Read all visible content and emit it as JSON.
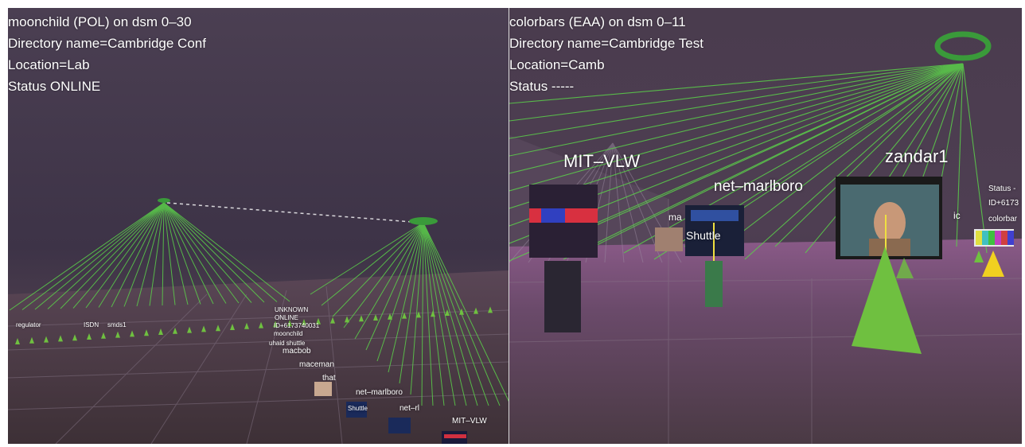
{
  "left_panel": {
    "info": {
      "line1": "moonchild (POL) on dsm 0–30",
      "line2": "Directory name=Cambridge Conf",
      "line3": "Location=Lab",
      "line4": "Status ONLINE"
    },
    "labels": {
      "moonchild": "moonchild",
      "status_online": "ONLINE",
      "id": "ID+6173740031",
      "unknown": "UNKNOWN",
      "uhaid_shuttle": "uhaid shuttle",
      "macbob": "macbob",
      "maceman": "maceman",
      "that": "that",
      "net_marlboro": "net–marlboro",
      "net_rl": "net–rl",
      "mit_vlw": "MIT–VLW",
      "shuttle": "Shuttle",
      "isdn": "ISDN",
      "smds1": "smds1",
      "regulator": "regulator"
    }
  },
  "right_panel": {
    "info": {
      "line1": "colorbars (EAA) on dsm 0–11",
      "line2": "Directory name=Cambridge Test",
      "line3": "Location=Camb",
      "line4": "Status -----"
    },
    "labels": {
      "mit_vlw": "MIT–VLW",
      "net_marlboro": "net–marlboro",
      "zandar1": "zandar1",
      "shuttle": "Shuttle",
      "ma": "ma",
      "ic": "ic",
      "status_trunc": "Status -",
      "id_trunc": "ID+6173",
      "colorbars_trunc": "colorbar"
    }
  },
  "colors": {
    "sky": "#4a3a4e",
    "floor": "#6a4a6a",
    "line_green": "#5bd04a",
    "hub_green": "#3a9a3a",
    "cone_green": "#6fc040",
    "cone_yellow": "#f0d020"
  }
}
